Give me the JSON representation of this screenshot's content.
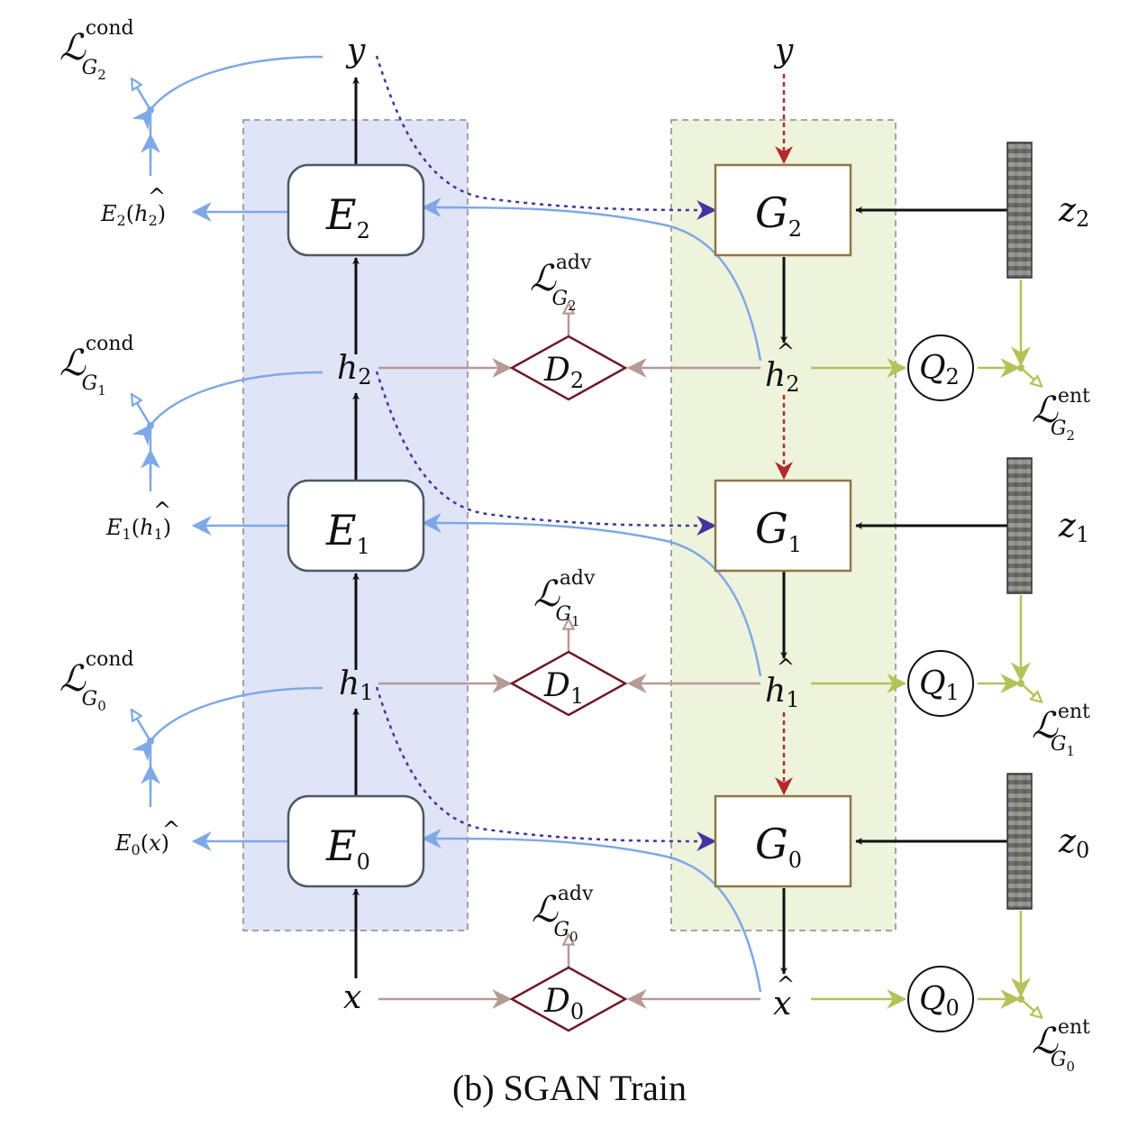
{
  "caption": "(b) SGAN Train",
  "colors": {
    "encoder_panel": "#dfe4f7",
    "generator_panel": "#eef3dc",
    "blue_link": "#7fa8e6",
    "adv_link": "#b79a95",
    "ent_link": "#b4c259",
    "dotted_link": "#4433a0",
    "red_dotted": "#b22a2a",
    "discriminator": "#6e1a2b",
    "generator_box": "#8f7645",
    "encoder_box": "#4c5a66"
  },
  "encoders": [
    {
      "base": "E",
      "sub": "2"
    },
    {
      "base": "E",
      "sub": "1"
    },
    {
      "base": "E",
      "sub": "0"
    }
  ],
  "generators": [
    {
      "base": "G",
      "sub": "2"
    },
    {
      "base": "G",
      "sub": "1"
    },
    {
      "base": "G",
      "sub": "0"
    }
  ],
  "discriminators": [
    {
      "base": "D",
      "sub": "2"
    },
    {
      "base": "D",
      "sub": "1"
    },
    {
      "base": "D",
      "sub": "0"
    }
  ],
  "q_nodes": [
    {
      "base": "Q",
      "sub": "2"
    },
    {
      "base": "Q",
      "sub": "1"
    },
    {
      "base": "Q",
      "sub": "0"
    }
  ],
  "noise": [
    {
      "base": "z",
      "sub": "2"
    },
    {
      "base": "z",
      "sub": "1"
    },
    {
      "base": "z",
      "sub": "0"
    }
  ],
  "left_column": {
    "y": "y",
    "h2": {
      "base": "h",
      "sub": "2"
    },
    "h1": {
      "base": "h",
      "sub": "1"
    },
    "x": "x"
  },
  "right_column": {
    "y": "y",
    "h2_hat": {
      "base": "h",
      "sub": "2",
      "accent": "^"
    },
    "h1_hat": {
      "base": "h",
      "sub": "1",
      "accent": "^"
    },
    "x_hat": {
      "base": "x",
      "accent": "^"
    }
  },
  "encoder_outputs": [
    {
      "pre": "E",
      "sub": "2",
      "arg": "h",
      "argsub": "2",
      "accent": "^"
    },
    {
      "pre": "E",
      "sub": "1",
      "arg": "h",
      "argsub": "1",
      "accent": "^"
    },
    {
      "pre": "E",
      "sub": "0",
      "arg": "x",
      "argsub": "",
      "accent": "^"
    }
  ],
  "losses": {
    "cond": [
      {
        "sym": "ℒ",
        "sup": "cond",
        "sub": "G",
        "subsub": "2"
      },
      {
        "sym": "ℒ",
        "sup": "cond",
        "sub": "G",
        "subsub": "1"
      },
      {
        "sym": "ℒ",
        "sup": "cond",
        "sub": "G",
        "subsub": "0"
      }
    ],
    "adv": [
      {
        "sym": "ℒ",
        "sup": "adv",
        "sub": "G",
        "subsub": "2"
      },
      {
        "sym": "ℒ",
        "sup": "adv",
        "sub": "G",
        "subsub": "1"
      },
      {
        "sym": "ℒ",
        "sup": "adv",
        "sub": "G",
        "subsub": "0"
      }
    ],
    "ent": [
      {
        "sym": "ℒ",
        "sup": "ent",
        "sub": "G",
        "subsub": "2"
      },
      {
        "sym": "ℒ",
        "sup": "ent",
        "sub": "G",
        "subsub": "1"
      },
      {
        "sym": "ℒ",
        "sup": "ent",
        "sub": "G",
        "subsub": "0"
      }
    ]
  }
}
